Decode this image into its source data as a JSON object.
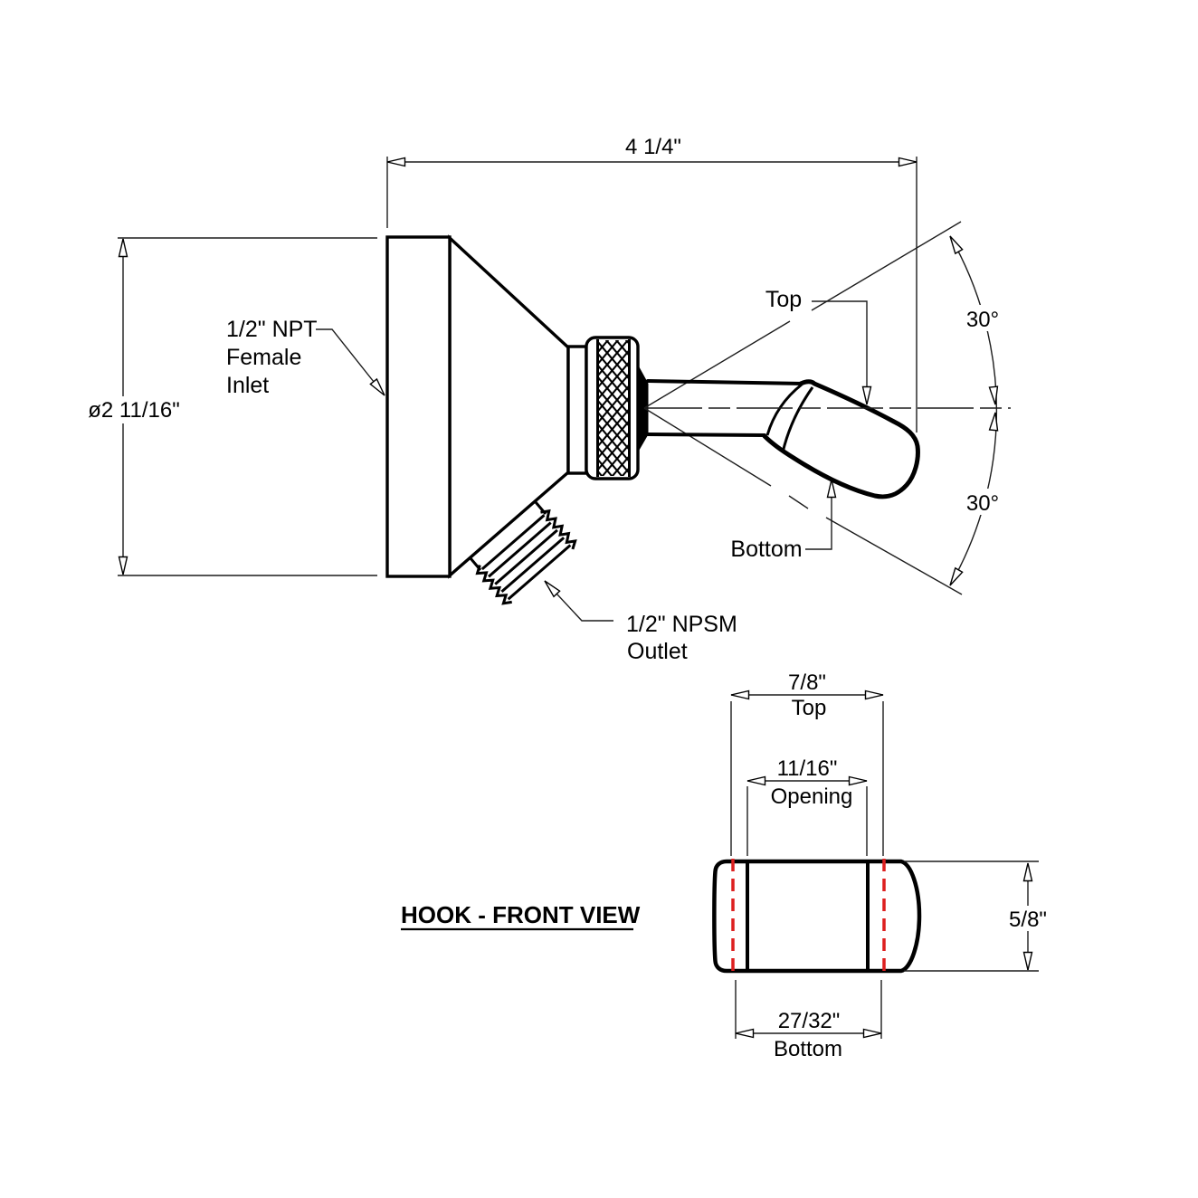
{
  "drawing": {
    "type": "technical-drawing",
    "colors": {
      "line": "#000000",
      "accent_red": "#dd1f1f",
      "background": "#ffffff"
    },
    "side_view": {
      "width_dim": "4 1/4\"",
      "diameter_dim": "ø2 11/16\"",
      "inlet_label": [
        "1/2\" NPT",
        "Female",
        "Inlet"
      ],
      "outlet_label": [
        "1/2\" NPSM",
        "Outlet"
      ],
      "top_label": "Top",
      "bottom_label": "Bottom",
      "angle_top": "30°",
      "angle_bottom": "30°"
    },
    "front_view": {
      "title": "HOOK - FRONT VIEW",
      "top_width": "7/8\"",
      "top_caption": "Top",
      "opening_width": "11/16\"",
      "opening_caption": "Opening",
      "height": "5/8\"",
      "bottom_width": "27/32\"",
      "bottom_caption": "Bottom"
    }
  }
}
